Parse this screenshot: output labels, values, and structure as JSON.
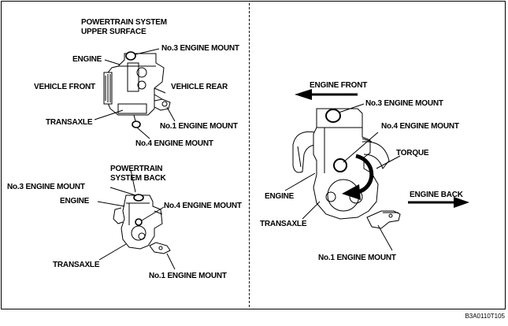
{
  "top_left": {
    "title_line1": "POWERTRAIN SYSTEM",
    "title_line2": "UPPER SURFACE",
    "engine": "ENGINE",
    "no3": "No.3 ENGINE MOUNT",
    "vehicle_front": "VEHICLE FRONT",
    "vehicle_rear": "VEHICLE REAR",
    "transaxle": "TRANSAXLE",
    "no1": "No.1 ENGINE MOUNT",
    "no4": "No.4 ENGINE MOUNT"
  },
  "bottom_left": {
    "title_line1": "POWERTRAIN",
    "title_line2": "SYSTEM BACK",
    "no3": "No.3 ENGINE MOUNT",
    "engine": "ENGINE",
    "no4": "No.4 ENGINE MOUNT",
    "transaxle": "TRANSAXLE",
    "no1": "No.1 ENGINE MOUNT"
  },
  "right": {
    "engine_front": "ENGINE FRONT",
    "no3": "No.3 ENGINE MOUNT",
    "no4": "No.4 ENGINE MOUNT",
    "torque": "TORQUE",
    "engine": "ENGINE",
    "engine_back": "ENGINE BACK",
    "transaxle": "TRANSAXLE",
    "no1": "No.1 ENGINE MOUNT"
  },
  "figure_code": "B3A0110T105"
}
